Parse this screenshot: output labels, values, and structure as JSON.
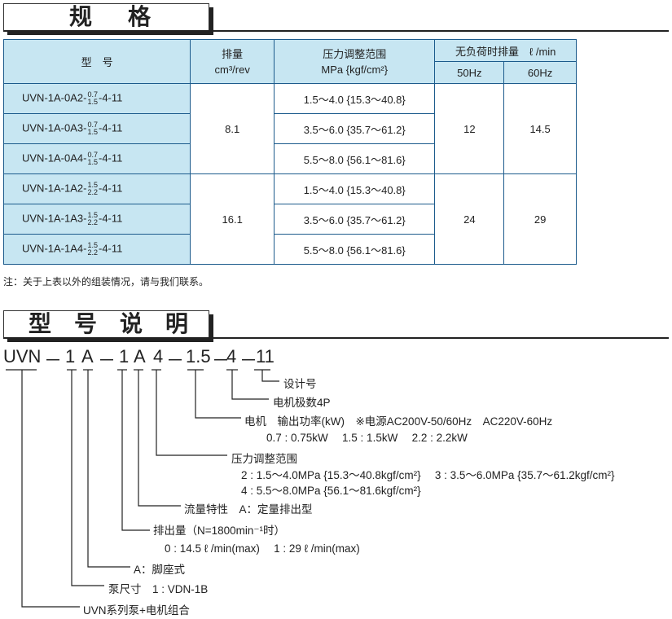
{
  "section1": {
    "title_a": "规",
    "title_b": "格"
  },
  "table": {
    "headers": {
      "model": "型　号",
      "displacement_a": "排量",
      "displacement_b": "cm³/rev",
      "pressure_a": "压力调整范围",
      "pressure_b": "MPa {kgf/cm²}",
      "noload": "无负荷时排量　ℓ /min",
      "hz50": "50Hz",
      "hz60": "60Hz"
    },
    "rows": [
      {
        "model": "UVN-1A-0A2-",
        "sup": "0.7",
        "sub": "1.5",
        "tail": "-4-11",
        "pressure": "1.5～4.0 {15.3～40.8}"
      },
      {
        "model": "UVN-1A-0A3-",
        "sup": "0.7",
        "sub": "1.5",
        "tail": "-4-11",
        "pressure": "3.5～6.0 {35.7～61.2}"
      },
      {
        "model": "UVN-1A-0A4-",
        "sup": "0.7",
        "sub": "1.5",
        "tail": "-4-11",
        "pressure": "5.5～8.0 {56.1～81.6}"
      },
      {
        "model": "UVN-1A-1A2-",
        "sup": "1.5",
        "sub": "2.2",
        "tail": "-4-11",
        "pressure": "1.5～4.0 {15.3～40.8}"
      },
      {
        "model": "UVN-1A-1A3-",
        "sup": "1.5",
        "sub": "2.2",
        "tail": "-4-11",
        "pressure": "3.5～6.0 {35.7～61.2}"
      },
      {
        "model": "UVN-1A-1A4-",
        "sup": "1.5",
        "sub": "2.2",
        "tail": "-4-11",
        "pressure": "5.5～8.0 {56.1～81.6}"
      }
    ],
    "groups": [
      {
        "displacement": "8.1",
        "hz50": "12",
        "hz60": "14.5"
      },
      {
        "displacement": "16.1",
        "hz50": "24",
        "hz60": "29"
      }
    ]
  },
  "note": "注：关于上表以外的组装情况，请与我们联系。",
  "section2": {
    "t1": "型",
    "t2": "号",
    "t3": "说",
    "t4": "明"
  },
  "code": [
    "UVN",
    "－",
    "1",
    "A",
    "－",
    "1",
    "A",
    "4",
    "－",
    "1.5",
    "－",
    "4",
    "－",
    "11"
  ],
  "labels": {
    "design": "设计号",
    "poles": "电机极数4P",
    "motor": "电机　输出功率(kW)　※电源AC200V-50/60Hz　AC220V-60Hz",
    "motor_opts": "0.7 : 0.75kW　 1.5 : 1.5kW　 2.2 : 2.2kW",
    "pressure": "压力调整范围",
    "pressure_opts1": "2 : 1.5～4.0MPa {15.3～40.8kgf/cm²}　 3 : 3.5～6.0MPa {35.7～61.2kgf/cm²}",
    "pressure_opts2": "4 : 5.5～8.0MPa {56.1～81.6kgf/cm²}",
    "flow": "流量特性　A：定量排出型",
    "disp": "排出量（N=1800min⁻¹时）",
    "disp_opts": "0 : 14.5 ℓ /min(max)　 1 : 29 ℓ /min(max)",
    "mount": "A：脚座式",
    "size": "泵尺寸　1 : VDN-1B",
    "series": "UVN系列泵+电机组合"
  }
}
